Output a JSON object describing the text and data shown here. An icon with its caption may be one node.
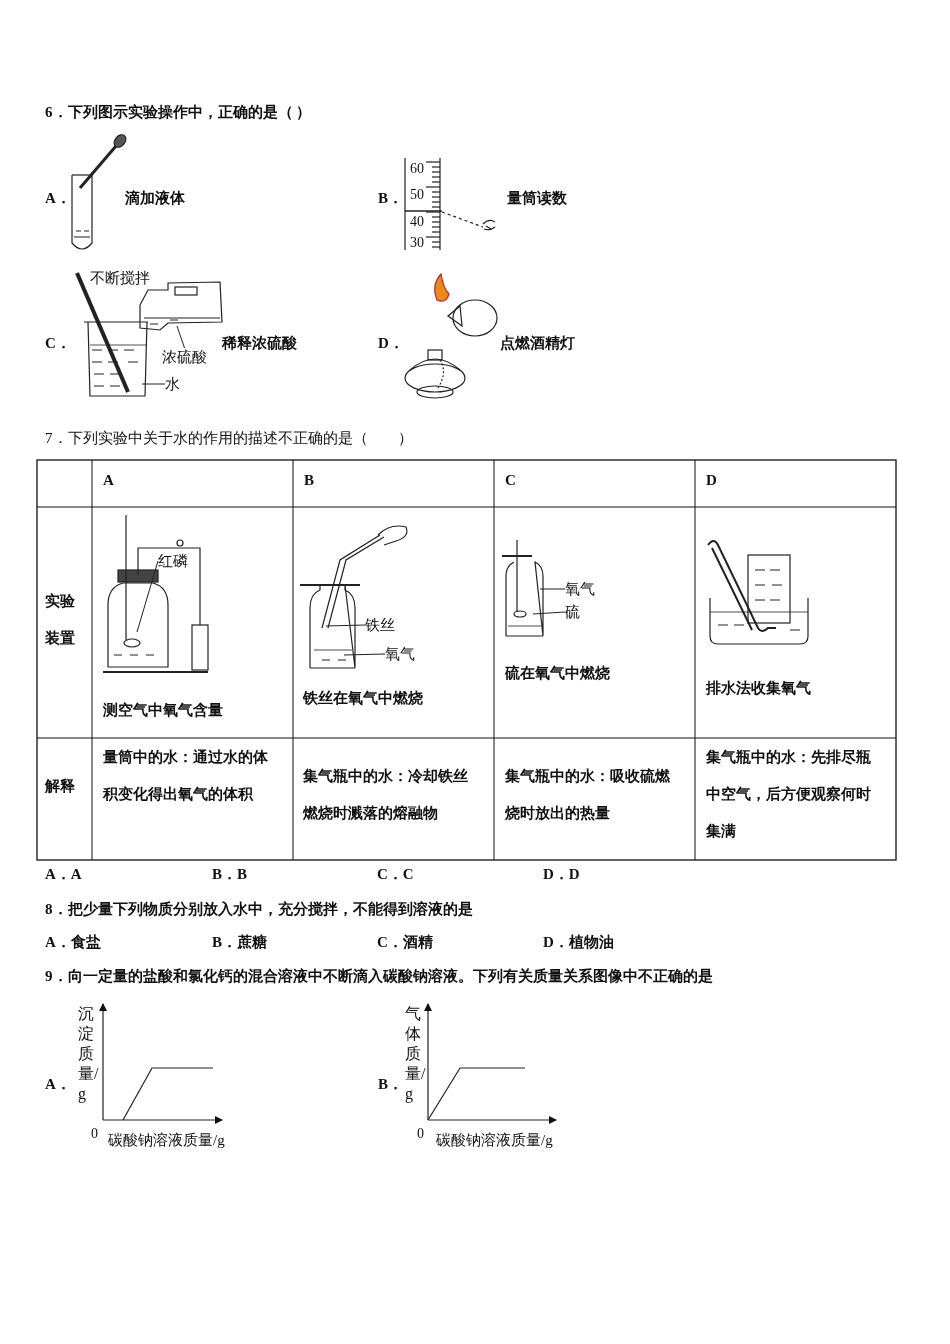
{
  "diagram": {
    "nodes": [
      {
        "text": [
          "浓硫酸"
        ]
      },
      {
        "text": [
          "水"
        ]
      },
      {
        "text": [
          "红磷"
        ]
      },
      {
        "text": [
          "铁丝"
        ]
      },
      {
        "text": [
          "氧气"
        ]
      },
      {
        "text": [
          "氧气"
        ]
      },
      {
        "text": [
          "硫"
        ]
      }
    ],
    "edges": [
      {
        "from": 0,
        "to": null,
        "arrow": "none"
      },
      {
        "from": 1,
        "to": null,
        "arrow": "none"
      },
      {
        "from": 2,
        "to": null,
        "arrow": "none"
      },
      {
        "from": 3,
        "to": null,
        "arrow": "none"
      },
      {
        "from": 4,
        "to": null,
        "arrow": "none"
      },
      {
        "from": 5,
        "to": null,
        "arrow": "none"
      },
      {
        "from": 6,
        "to": null,
        "arrow": "none"
      }
    ],
    "labels": [
      "6．下列图示实验操作中，正确的是（ ）",
      "A．",
      "滴加液体",
      "60",
      "50",
      "40",
      "30",
      "B．",
      "量筒读数",
      "不断搅拌",
      "C．",
      "稀释浓硫酸",
      "D．",
      "点燃酒精灯",
      "7．下列实验中关于水的作用的描述不正确的是（　　）",
      "A",
      "B",
      "C",
      "D",
      "实验装置",
      "测空气中氧气含量",
      "铁丝在氧气中燃烧",
      "硫在氧气中燃烧",
      "排水法收集氧气",
      "解释",
      "量筒中的水：通过水的体积变化得出氧气的体积",
      "集气瓶中的水：冷却铁丝燃烧时溅落的熔融物",
      "集气瓶中的水：吸收硫燃烧时放出的热量",
      "集气瓶中的水：先排尽瓶中空气，后方便观察何时集满",
      "A．A",
      "B．B",
      "C．C",
      "D．D",
      "8．把少量下列物质分别放入水中，充分搅拌，不能得到溶液的是",
      "A．食盐",
      "B．蔗糖",
      "C．酒精",
      "D．植物油",
      "9．向一定量的盐酸和氯化钙的混合溶液中不断滴入碳酸钠溶液。下列有关质量关系图像中不正确的是",
      "沉淀质量/g",
      "A．",
      "0",
      "碳酸钠溶液质量/g",
      "气体质量/g",
      "B．",
      "0",
      "碳酸钠溶液质量/g"
    ]
  }
}
